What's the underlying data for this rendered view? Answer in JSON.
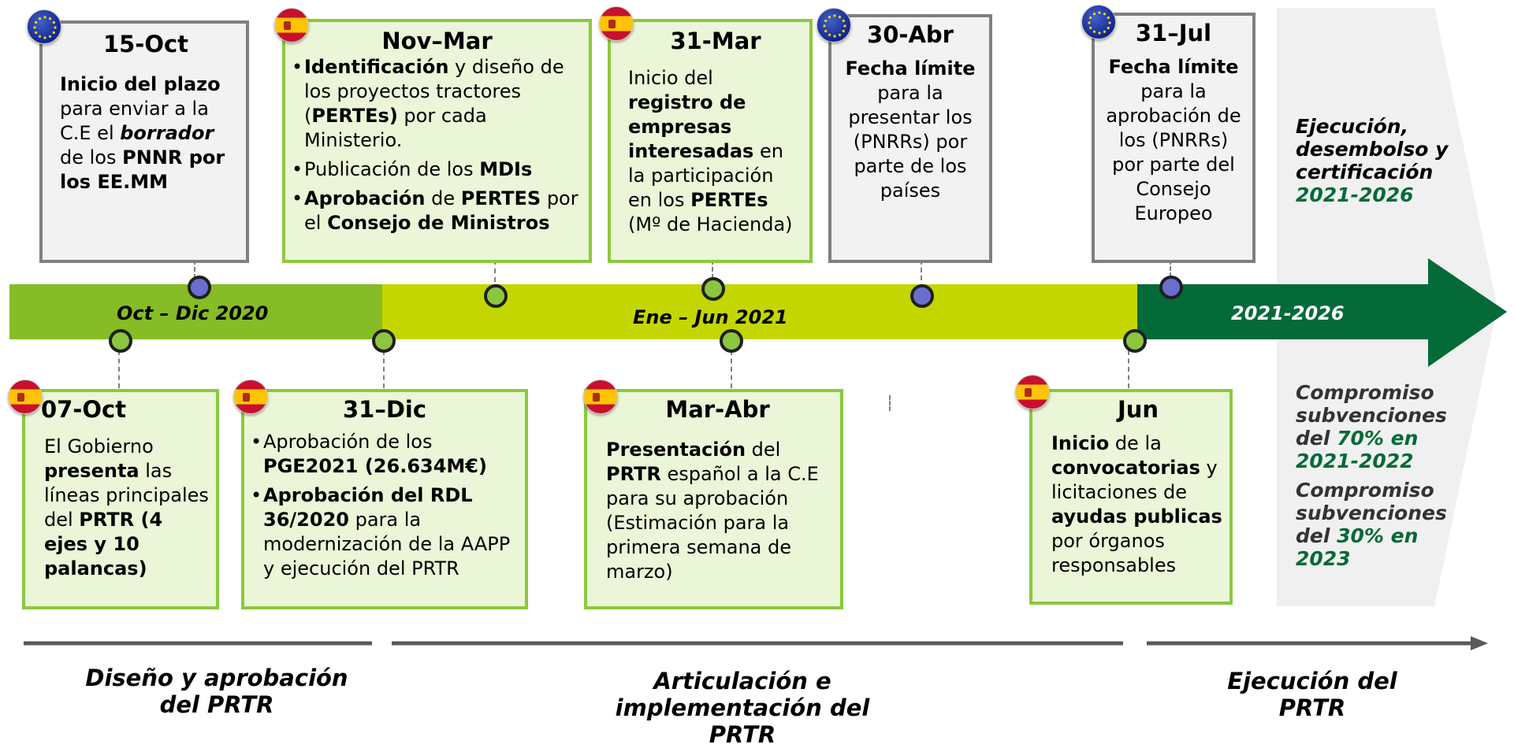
{
  "bands": {
    "band1": "Oct – Dic 2020",
    "band2": "Ene – Jun 2021",
    "band3": "2021-2026"
  },
  "top_boxes": {
    "oct15": {
      "title": "15-Oct",
      "flag": "eu-flag-icon",
      "t1": "Inicio del plazo",
      "t2": "para enviar a la",
      "t3": "C.E el ",
      "t4": "borrador",
      "t5": "de los ",
      "t6": "PNNR por",
      "t7": "los EE.MM"
    },
    "novmar": {
      "title": "Nov–Mar",
      "flag": "spain-flag-icon",
      "b1a": "Identificación",
      "b1b": " y diseño de los proyectos tractores (",
      "b1c": "PERTEs)",
      "b1d": " por cada Ministerio.",
      "b2a": "Publicación de los ",
      "b2b": "MDIs",
      "b3a": "Aprobación",
      "b3b": " de ",
      "b3c": "PERTES",
      "b3d": " por el ",
      "b3e": "Consejo de Ministros"
    },
    "mar31": {
      "title": "31-Mar",
      "flag": "spain-flag-icon",
      "t1": "Inicio del",
      "t2": "registro de empresas interesadas",
      "t3": " en la participación en los ",
      "t4": "PERTEs",
      "t5": " (Mº de Hacienda)"
    },
    "abr30": {
      "title": "30-Abr",
      "flag": "eu-flag-icon",
      "t1": "Fecha límite",
      "t2": "para la presentar los (PNRRs) por parte de los países"
    },
    "jul31": {
      "title": "31–Jul",
      "flag": "eu-flag-icon",
      "t1": "Fecha límite",
      "t2": "para la aprobación de los (PNRRs) por parte del Consejo Europeo"
    }
  },
  "bottom_boxes": {
    "oct07": {
      "title": "07-Oct",
      "flag": "spain-flag-icon",
      "t1": "El Gobierno",
      "t2": "presenta",
      "t3": " las líneas principales del ",
      "t4": "PRTR (4 ejes y 10 palancas)"
    },
    "dic31": {
      "title": "31–Dic",
      "flag": "spain-flag-icon",
      "b1a": "Aprobación de los ",
      "b1b": "PGE2021 (26.634M€)",
      "b2a": "Aprobación del RDL 36/2020",
      "b2b": " para la modernización de la AAPP y ejecución del PRTR"
    },
    "marabr": {
      "title": "Mar-Abr",
      "flag": "spain-flag-icon",
      "t1": "Presentación",
      "t2": " del ",
      "t3": "PRTR",
      "t4": " español a la C.E para su aprobación (Estimación para la primera semana de marzo)"
    },
    "jun": {
      "title": "Jun",
      "flag": "spain-flag-icon",
      "t1": "Inicio",
      "t2": " de la ",
      "t3": "convocatorias",
      "t4": " y licitaciones de ",
      "t5": "ayudas publicas",
      "t6": " por órganos responsables"
    }
  },
  "right_panel": {
    "exec_1": "Ejecución,",
    "exec_2": "desembolso y",
    "exec_3": "certificación",
    "exec_years": "2021-2026",
    "c1_1": "Compromiso",
    "c1_2": "subvenciones",
    "c1_3": "del ",
    "c1_pct": "70% en",
    "c1_years": "2021-2022",
    "c2_1": "Compromiso",
    "c2_2": "subvenciones",
    "c2_3": "del ",
    "c2_pct": "30% en",
    "c2_years": "2023"
  },
  "phases": {
    "p1_1": "Diseño y aprobación",
    "p1_2": "del PRTR",
    "p2_1": "Articulación e",
    "p2_2": "implementación del",
    "p2_3": "PRTR",
    "p3_1": "Ejecución del",
    "p3_2": "PRTR"
  },
  "colors": {
    "band1": "#86bc25",
    "band2": "#c4d600",
    "band3": "#046a38",
    "box_green_fill": "#eaf6d7",
    "box_green_border": "#8cc83f",
    "box_gray_fill": "#f2f2f2",
    "box_gray_border": "#7f7f7f",
    "accent_green_text": "#046a38",
    "dot_purple": "#6a6ecf",
    "dot_green": "#8cc63f"
  }
}
